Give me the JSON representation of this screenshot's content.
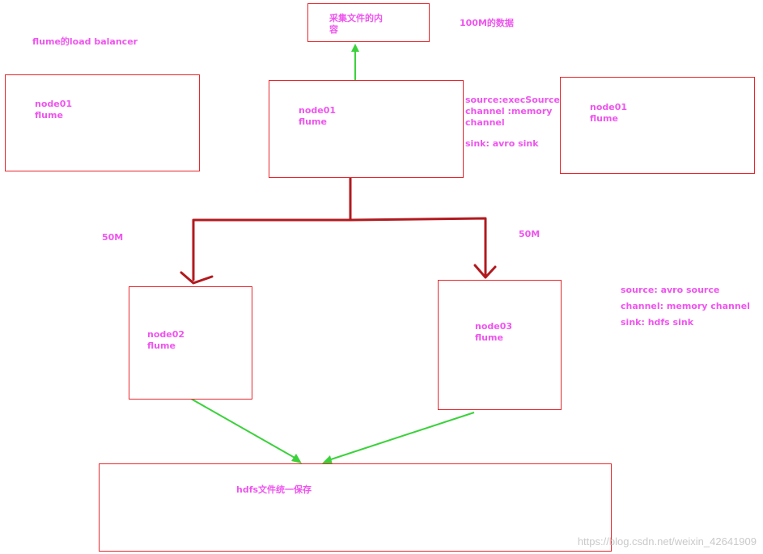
{
  "title": "flume的load balancer",
  "collect_box": {
    "line1": "采集文件的内",
    "line2": "容"
  },
  "data_amount": "100M的数据",
  "nodes": {
    "left": {
      "name": "node01",
      "role": "flume"
    },
    "center": {
      "name": "node01",
      "role": "flume"
    },
    "right": {
      "name": "node01",
      "role": "flume"
    },
    "node02": {
      "name": "node02",
      "role": "flume"
    },
    "node03": {
      "name": "node03",
      "role": "flume"
    }
  },
  "center_config": {
    "source": "source:execSource",
    "channel_1": "channel :memory",
    "channel_2": "channel",
    "sink": "sink: avro sink"
  },
  "split_left": "50M",
  "split_right": "50M",
  "downstream_config": {
    "source": "source: avro source",
    "channel": "channel: memory channel",
    "sink": "sink: hdfs sink"
  },
  "hdfs_box": "hdfs文件统一保存",
  "watermark": "https://blog.csdn.net/weixin_42641909",
  "colors": {
    "box_border": "#e8262b",
    "text": "#ee55ee",
    "split_arrow": "#b11a1f",
    "flow_arrow": "#3bd13b"
  }
}
